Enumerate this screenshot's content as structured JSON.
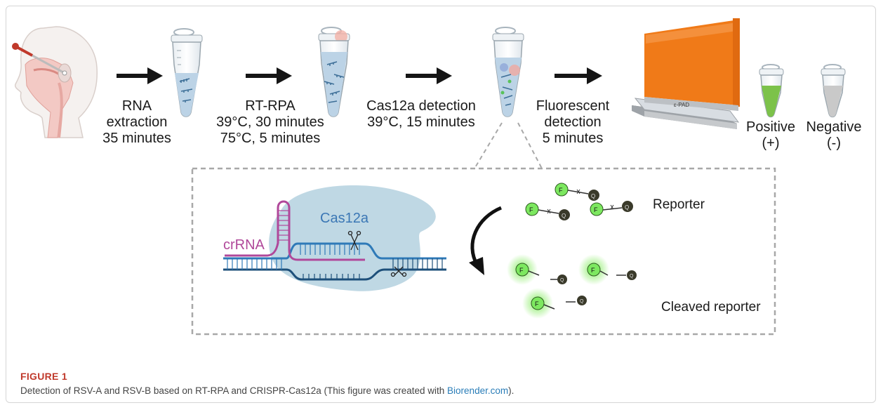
{
  "steps": [
    {
      "label": "RNA",
      "detail1": "extraction",
      "detail2": "35 minutes"
    },
    {
      "label": "RT-RPA",
      "detail1": "39°C, 30 minutes",
      "detail2": "75°C, 5 minutes"
    },
    {
      "label": "Cas12a detection",
      "detail1": "39°C, 15 minutes"
    },
    {
      "label": "Fluorescent",
      "detail1": "detection",
      "detail2": "5 minutes"
    }
  ],
  "results": {
    "positive_label": "Positive",
    "positive_sign": "(+)",
    "negative_label": "Negative",
    "negative_sign": "(-)"
  },
  "detail_panel": {
    "enzyme_label": "Cas12a",
    "guide_label": "crRNA",
    "reporter_label": "Reporter",
    "cleaved_label": "Cleaved reporter",
    "fluorophore_letter": "F",
    "quencher_letter": "Q"
  },
  "caption": {
    "title": "FIGURE 1",
    "text": "Detection of RSV-A and RSV-B based on RT-RPA and CRISPR-Cas12a (This figure was created with ",
    "link": "Biorender.com",
    "text_end": ")."
  },
  "colors": {
    "arrow": "#151515",
    "tube_liquid": "#bcd3e6",
    "positive_liquid": "#7cc24a",
    "negative_liquid": "#c9c9c9",
    "transilluminator_lid": "#f07a18",
    "cas12a": "#bfd8e4",
    "crrna": "#b0489a",
    "dna": "#2f7ab8",
    "fluorophore": "#7de860",
    "quencher": "#3a3a2a",
    "caption_title": "#c0392b",
    "link": "#2a7db8"
  }
}
